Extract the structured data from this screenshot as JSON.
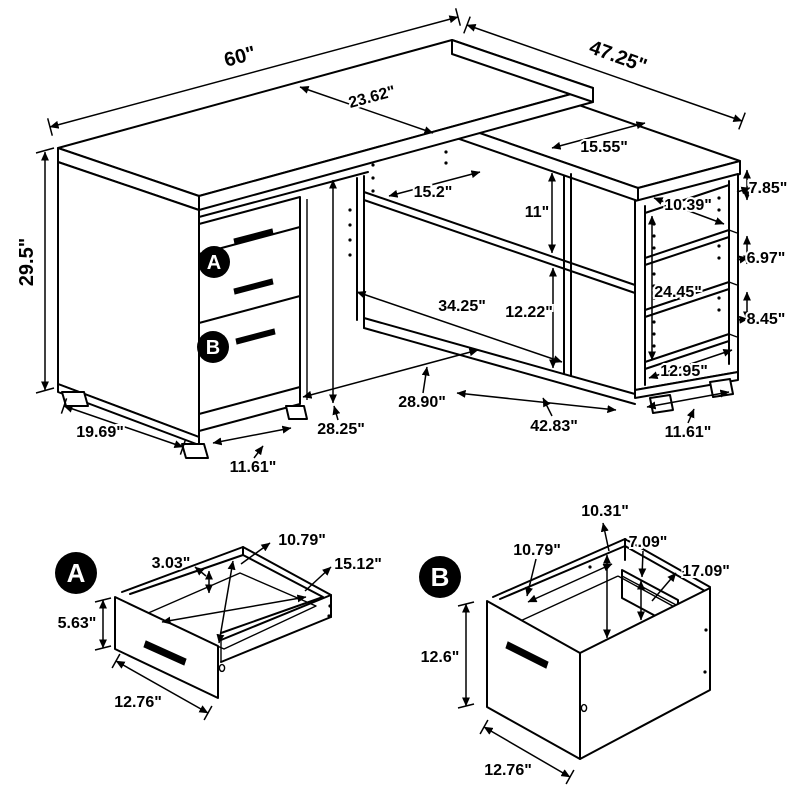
{
  "diagram": {
    "background": "#ffffff",
    "line_color": "#000000",
    "main_view": {
      "badge_a": "A",
      "badge_b": "B",
      "desk_width": "60\"",
      "desk_depth": "23.62\"",
      "return_length": "47.25\"",
      "return_width": "15.55\"",
      "desk_height": "29.5\"",
      "kneehole_shelf_width": "15.2\"",
      "shelf_gap": "11\"",
      "compartment_length": "34.25\"",
      "lower_gap": "12.22\"",
      "tower_shelf_depth": "10.39\"",
      "tower_gap_top": "7.85\"",
      "tower_gap_mid": "6.97\"",
      "tower_interior_height": "24.45\"",
      "tower_gap_bottom": "8.45\"",
      "tower_shelf_width": "12.95\"",
      "base_left_depth": "19.69\"",
      "base_pedestal_width": "11.61\"",
      "kneehole_height": "28.25\"",
      "kneehole_width": "28.90\"",
      "return_base_length": "42.83\"",
      "base_right_width": "11.61\""
    },
    "drawer_a_view": {
      "badge": "A",
      "rim_height": "3.03\"",
      "interior_depth": "10.79\"",
      "interior_width": "15.12\"",
      "front_height": "5.63\"",
      "front_width": "12.76\""
    },
    "drawer_b_view": {
      "badge": "B",
      "interior_depth": "10.31\"",
      "interior_width": "10.79\"",
      "divider_height": "7.09\"",
      "interior_length": "17.09\"",
      "front_height": "12.6\"",
      "front_width": "12.76\""
    }
  }
}
